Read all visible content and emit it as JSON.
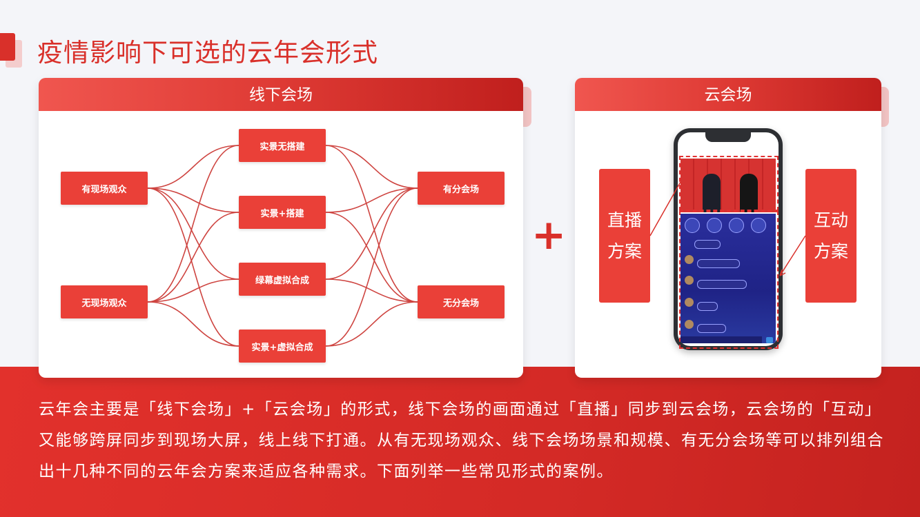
{
  "title": "疫情影响下可选的云年会形式",
  "offline": {
    "header": "线下会场",
    "audience": [
      "有现场观众",
      "无现场观众"
    ],
    "scenes": [
      "实景无搭建",
      "实景+搭建",
      "绿幕虚拟合成",
      "实景+虚拟合成"
    ],
    "venues": [
      "有分会场",
      "无分会场"
    ]
  },
  "plus": "+",
  "cloud": {
    "header": "云会场",
    "left_box": [
      "直播",
      "方案"
    ],
    "right_box": [
      "互动",
      "方案"
    ]
  },
  "description": "云年会主要是「线下会场」+「云会场」的形式，线下会场的画面通过「直播」同步到云会场，云会场的「互动」又能够跨屏同步到现场大屏，线上线下打通。从有无现场观众、线下会场场景和规模、有无分会场等可以排列组合出十几种不同的云年会方案来适应各种需求。下面列举一些常见形式的案例。",
  "colors": {
    "accent": "#d9302a",
    "node": "#ea4038",
    "line": "#c9302c"
  }
}
